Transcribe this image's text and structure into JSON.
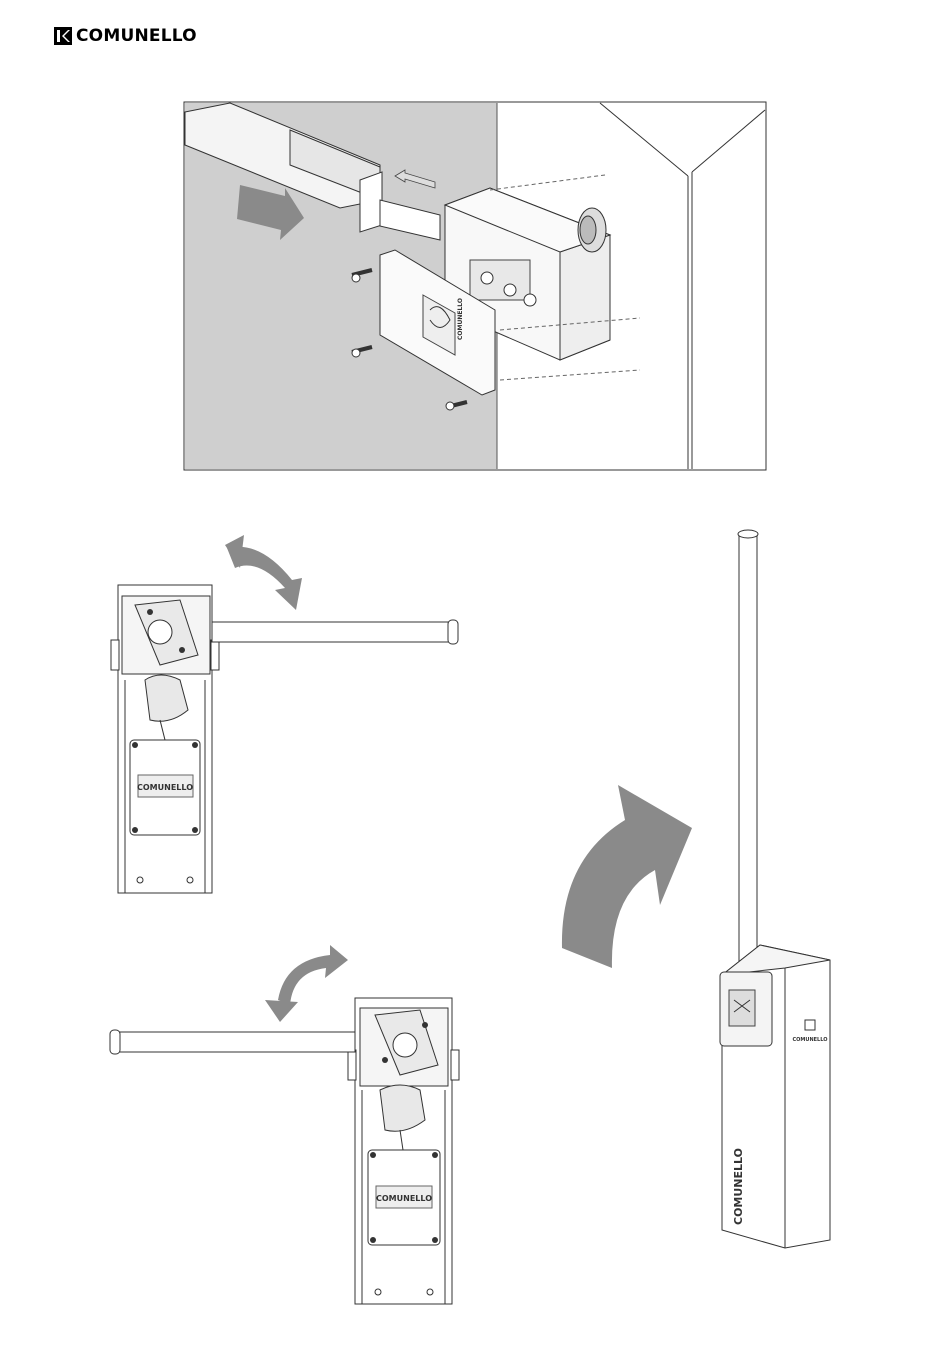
{
  "header": {
    "brand": "COMUNELLO"
  },
  "figure1": {
    "panel_brand": "COMUNELLO"
  },
  "figure2": {
    "cover_brand": "COMUNELLO"
  },
  "figure3": {
    "cover_brand": "COMUNELLO"
  },
  "figure4": {
    "cabinet_brand": "COMUNELLO",
    "badge_brand": "COMUNELLO"
  },
  "icons": [
    "logo-mark-icon",
    "push-arrow-icon",
    "rotate-arrow-icon",
    "curved-up-arrow-icon",
    "screw-icon"
  ],
  "colors": {
    "ink": "#000000",
    "arrow_gray": "#8a8a8a",
    "wall_gray": "#cfcfcf",
    "line": "#333333"
  }
}
